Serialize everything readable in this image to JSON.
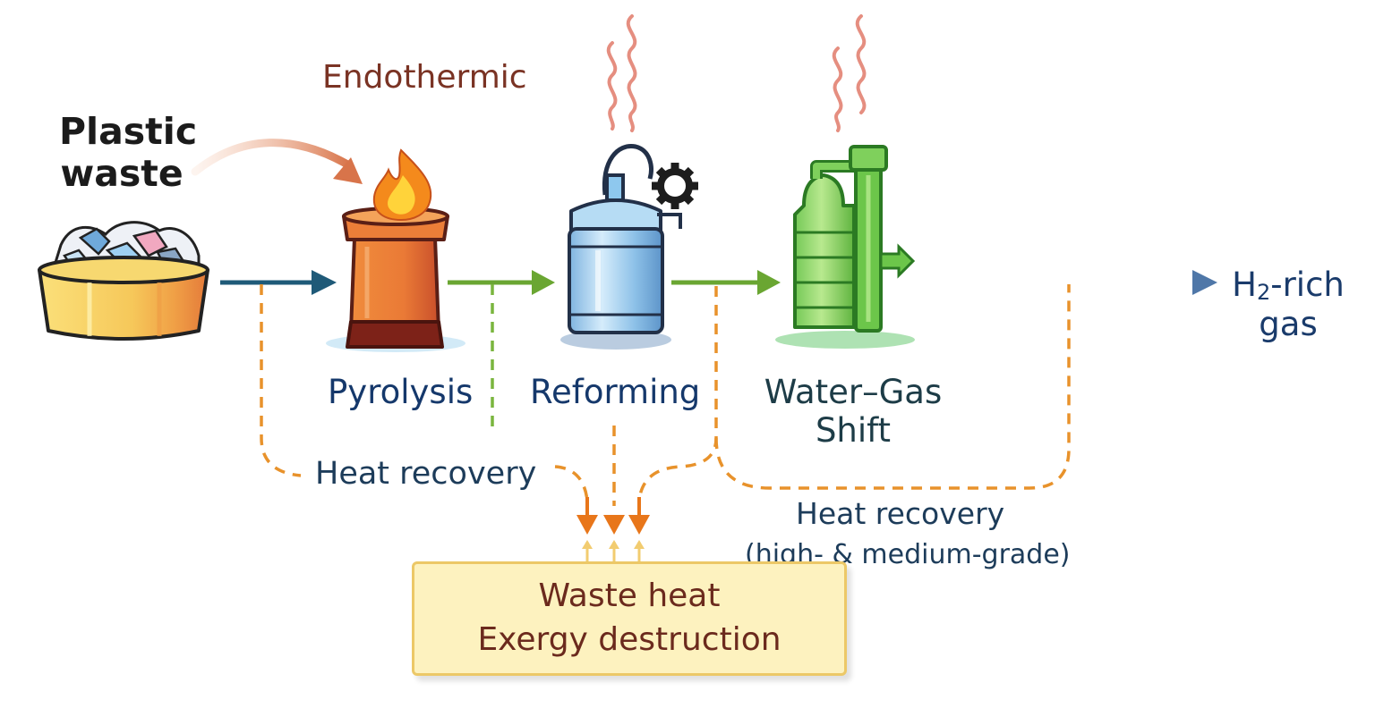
{
  "input": {
    "line1": "Plastic",
    "line2": "waste"
  },
  "endothermic_label": "Endothermic",
  "stages": {
    "pyrolysis": "Pyrolysis",
    "reforming": "Reforming",
    "wgs_line1": "Water–Gas",
    "wgs_line2": "Shift"
  },
  "output": {
    "h": "H",
    "sub": "2",
    "rest": "-rich",
    "line2": "gas"
  },
  "heat_recovery_left": "Heat recovery",
  "heat_recovery_right": "Heat recovery",
  "heat_recovery_right_note": "(high- & medium-grade)",
  "waste_box": {
    "line1": "Waste heat",
    "line2": "Exergy destruction"
  },
  "colors": {
    "feed_arrow": "#1f5a78",
    "process_arrow": "#6aa632",
    "output_arrow": "#4f77a8",
    "heat_dash": "#e8922b",
    "waste_box_fill": "#fdf2bf"
  },
  "icons": [
    "plastic-waste-bin-icon",
    "pyrolysis-reactor-icon",
    "flame-icon",
    "reforming-vessel-icon",
    "gear-icon",
    "water-gas-shift-reactor-icon",
    "heat-wave-icon"
  ]
}
